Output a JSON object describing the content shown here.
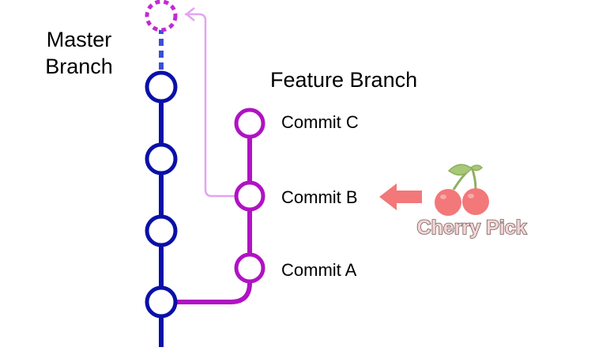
{
  "labels": {
    "master_line1": "Master",
    "master_line2": "Branch",
    "feature": "Feature Branch",
    "commit_c": "Commit C",
    "commit_b": "Commit B",
    "commit_a": "Commit A",
    "cherry_pick": "Cherry Pick"
  },
  "colors": {
    "master": "#0a10a8",
    "feature": "#b012c4",
    "new_commit": "#c22ad4",
    "pick_arrow": "#e4a4f0",
    "cherry": "#f2787a",
    "cherry_text": "#f3d6d6",
    "cherry_text_outline": "#7a5a5a",
    "stem": "#8fb060",
    "leaf": "#a8c878"
  },
  "icons": {
    "cherry": "cherry-icon",
    "arrow": "arrow-left-icon"
  }
}
